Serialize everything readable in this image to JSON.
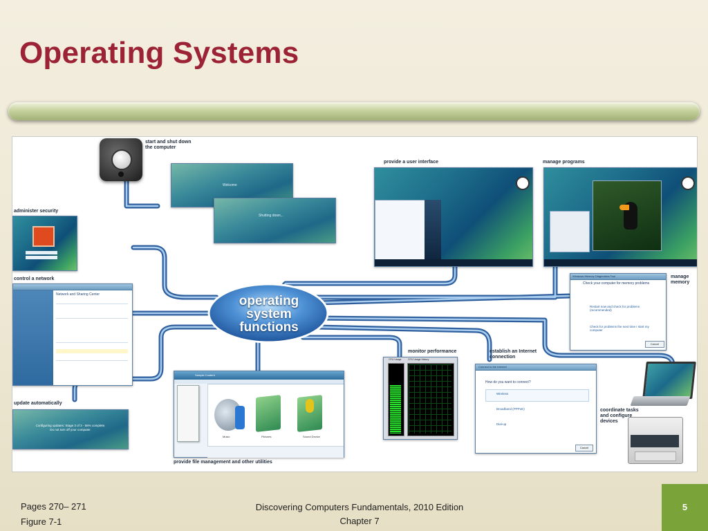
{
  "slide": {
    "title": "Operating Systems",
    "number": "5",
    "footer_left_line1": "Pages 270– 271",
    "footer_left_line2": "Figure 7-1",
    "footer_center_line1": "Discovering Computers Fundamentals, 2010 Edition",
    "footer_center_line2": "Chapter 7"
  },
  "figure": {
    "hub": [
      "operating",
      "system",
      "functions"
    ],
    "captions": {
      "start": [
        "start and shut down",
        "the computer"
      ],
      "ui": "provide a user interface",
      "programs": "manage programs",
      "security": "administer security",
      "network": "control a network",
      "memory": [
        "manage",
        "memory"
      ],
      "performance": "monitor performance",
      "internet": [
        "establish an Internet",
        "connection"
      ],
      "devices": [
        "coordinate tasks",
        "and configure",
        "devices"
      ],
      "update": "update automatically",
      "files": "provide file management and other utilities"
    },
    "screens": {
      "welcome": "Welcome",
      "shutting_down": "Shutting down...",
      "network_center_title": "Network and Sharing Center",
      "memory_tool_title": "Windows Memory Diagnostics Tool",
      "memory_heading": "Check your computer for memory problems",
      "memory_option1": "Restart now and check for problems (recommended)",
      "memory_option2": "Check for problems the next time I start my computer",
      "memory_cancel": "Cancel",
      "update_line1": "Configuring updates: Stage 3 of 3 - 56% complete.",
      "update_line2": "Do not turn off your computer.",
      "connect_title": "Connect to the Internet",
      "connect_question": "How do you want to connect?",
      "connect_opt1": "Wireless",
      "connect_opt2": "Broadband (PPPoE)",
      "connect_opt3": "Dial-up",
      "connect_cancel": "Cancel",
      "perf_label1": "CPU Usage",
      "perf_label2": "CPU Usage History",
      "files_title": "Sample Content",
      "file_items": [
        "Music",
        "Pictures",
        "Sound Device"
      ]
    }
  }
}
